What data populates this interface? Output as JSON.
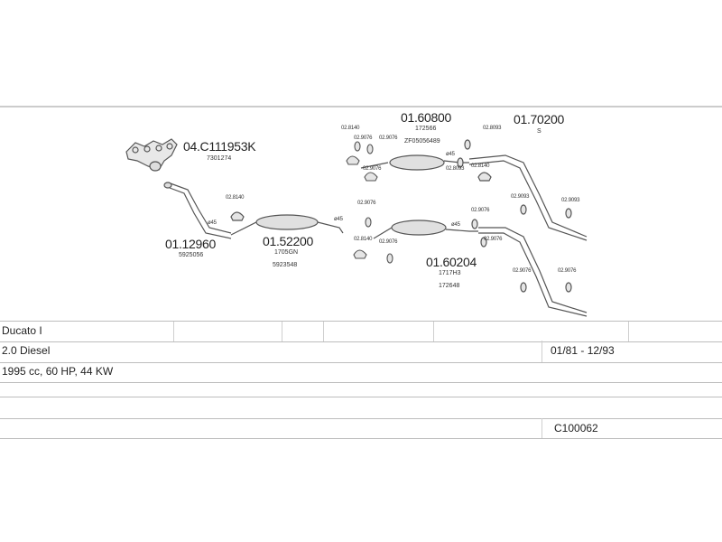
{
  "parts": {
    "manifold": {
      "part_no": "04.C111953K",
      "ref": "7301274"
    },
    "front_pipe": {
      "part_no": "01.12960",
      "ref": "5925056"
    },
    "middle_silencer": {
      "part_no": "01.52200",
      "ref1": "1705GN",
      "ref2": "5923548"
    },
    "rear_silencer_upper": {
      "part_no": "01.60800",
      "ref1": "172566",
      "ref2": "ZF05056489"
    },
    "tail_pipe_upper": {
      "part_no": "01.70200",
      "ref": "S"
    },
    "rear_silencer_lower": {
      "part_no": "01.60204",
      "ref1": "1717H3",
      "ref2": "172648"
    }
  },
  "small_labels": {
    "clamp_a": "02.8140",
    "clamp_b": "02.9076",
    "clamp_c": "02.8140",
    "clamp_d": "02.9076",
    "clamp_e": "02.8093",
    "clamp_f": "02.8093",
    "clamp_g": "02.8140",
    "clamp_h": "02.9093",
    "clamp_i": "02.9093",
    "clamp_j": "02.9076",
    "clamp_k": "02.9076",
    "clamp_l": "02.8140",
    "clamp_m": "02.9076",
    "clamp_n": "02.9076",
    "clamp_o": "02.9076",
    "clamp_p": "02.9076",
    "clamp_q": "02.9076",
    "diam_1": "ø45",
    "diam_2": "ø45",
    "diam_3": "ø45",
    "diam_4": "ø45"
  },
  "vehicle": {
    "model": "Ducato I",
    "engine": "2.0 Diesel",
    "years": "01/81 - 12/93",
    "specs": "1995 cc, 60 HP, 44 KW",
    "code": "C100062"
  }
}
